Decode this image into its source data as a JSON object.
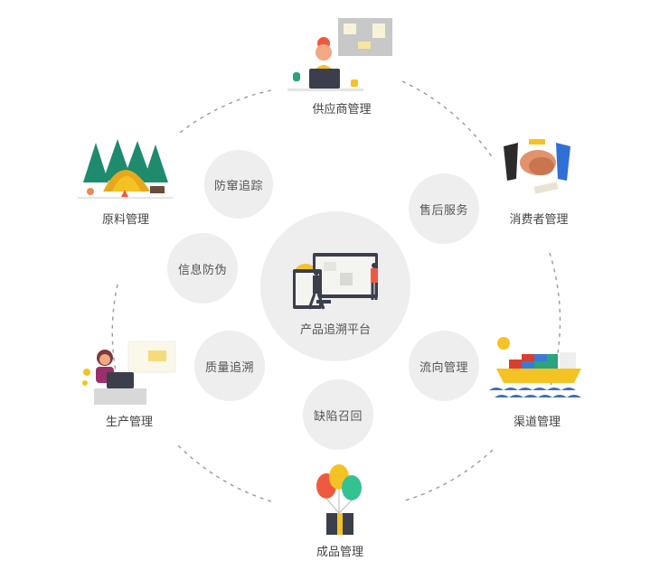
{
  "center": {
    "label": "产品追溯平台",
    "icon": "devices-people-icon"
  },
  "outer_nodes": [
    {
      "id": "supplier",
      "label": "供应商管理",
      "icon": "woman-laptop-board-icon"
    },
    {
      "id": "consumer",
      "label": "消费者管理",
      "icon": "handshake-icon"
    },
    {
      "id": "channel",
      "label": "渠道管理",
      "icon": "cargo-ship-icon"
    },
    {
      "id": "finished",
      "label": "成品管理",
      "icon": "balloons-gift-icon"
    },
    {
      "id": "production",
      "label": "生产管理",
      "icon": "woman-desk-icon"
    },
    {
      "id": "raw",
      "label": "原料管理",
      "icon": "tent-forest-icon"
    }
  ],
  "inner_bubbles": [
    {
      "id": "anti-diversion",
      "label": "防窜追踪"
    },
    {
      "id": "after-sales",
      "label": "售后服务"
    },
    {
      "id": "info-anti-fake",
      "label": "信息防伪"
    },
    {
      "id": "flow",
      "label": "流向管理"
    },
    {
      "id": "quality",
      "label": "质量追溯"
    },
    {
      "id": "recall",
      "label": "缺陷召回"
    }
  ],
  "colors": {
    "bubble_bg": "#eeeeee",
    "text": "#555555",
    "dashed_ring": "#999999",
    "yellow": "#f5c224",
    "green": "#2aa37f",
    "red": "#ee5a3f",
    "dark": "#3b3f4c"
  }
}
